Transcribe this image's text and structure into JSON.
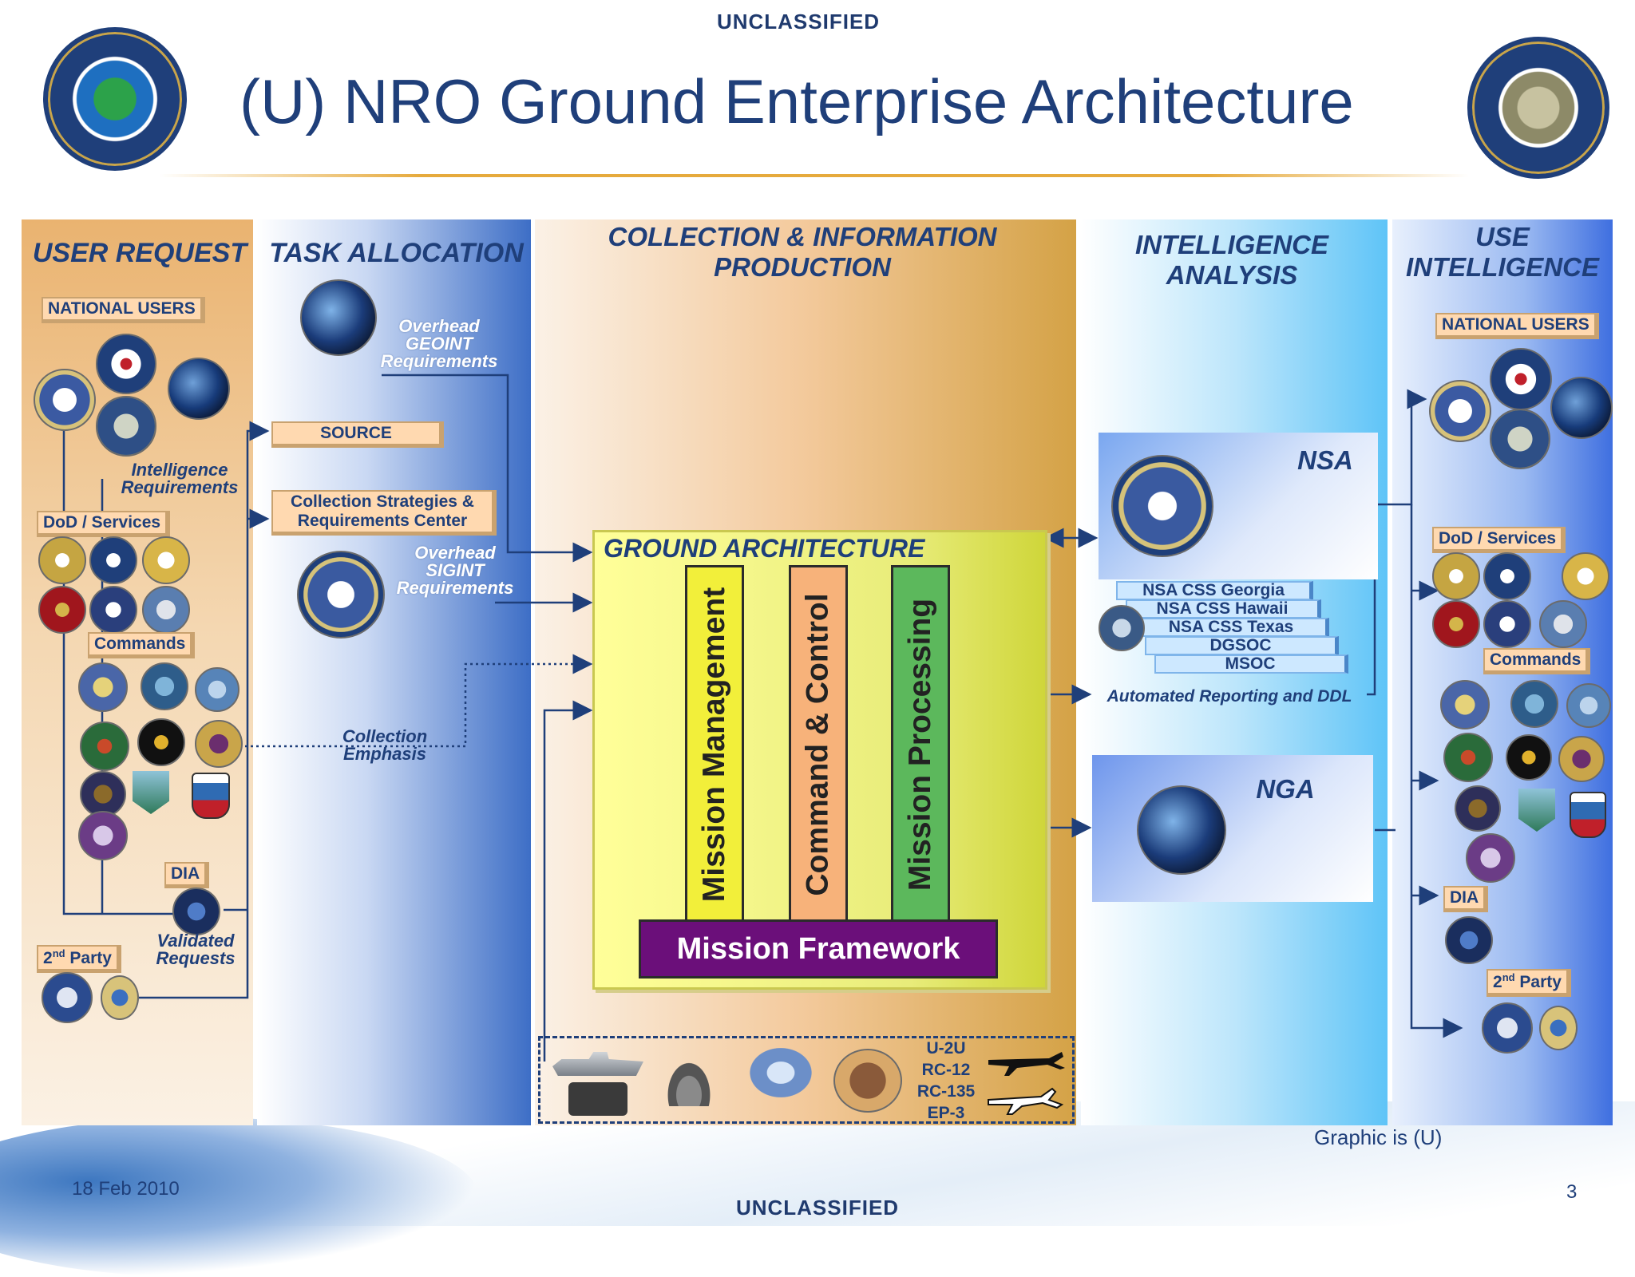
{
  "header": {
    "classification_top": "UNCLASSIFIED",
    "title": "(U) NRO Ground Enterprise Architecture"
  },
  "footer": {
    "date": "18 Feb 2010",
    "classification_bottom": "UNCLASSIFIED",
    "page_number": "3",
    "graphic_note": "Graphic is (U)"
  },
  "columns": {
    "user_request": "USER REQUEST",
    "task_allocation": "TASK ALLOCATION",
    "collection_line1": "COLLECTION & INFORMATION",
    "collection_line2": "PRODUCTION",
    "analysis_line1": "INTELLIGENCE",
    "analysis_line2": "ANALYSIS",
    "use_line1": "USE",
    "use_line2": "INTELLIGENCE"
  },
  "user_request": {
    "national_users": "NATIONAL USERS",
    "intel_req_line1": "Intelligence",
    "intel_req_line2": "Requirements",
    "dod_services": "DoD / Services",
    "commands": "Commands",
    "dia": "DIA",
    "validated_line1": "Validated",
    "validated_line2": "Requests",
    "second_party_prefix": "2",
    "second_party_sup": "nd",
    "second_party_suffix": " Party"
  },
  "task_allocation": {
    "geoint_line1": "Overhead",
    "geoint_line2": "GEOINT",
    "geoint_line3": "Requirements",
    "source": "SOURCE",
    "cs_line1": "Collection Strategies &",
    "cs_line2": "Requirements Center",
    "sigint_line1": "Overhead",
    "sigint_line2": "SIGINT",
    "sigint_line3": "Requirements",
    "emphasis_line1": "Collection",
    "emphasis_line2": "Emphasis"
  },
  "ground": {
    "title": "GROUND ARCHITECTURE",
    "pillar1": "Mission Management",
    "pillar2": "Command & Control",
    "pillar3": "Mission Processing",
    "framework": "Mission Framework",
    "aircraft": [
      "U-2U",
      "RC-12",
      "RC-135",
      "EP-3"
    ]
  },
  "analysis": {
    "nsa": "NSA",
    "nsa_sites": [
      "NSA CSS Georgia",
      "NSA CSS Hawaii",
      "NSA CSS Texas",
      "DGSOC",
      "MSOC"
    ],
    "automated": "Automated Reporting and DDL",
    "nga": "NGA"
  },
  "use_intel": {
    "national_users": "NATIONAL USERS",
    "dod_services": "DoD / Services",
    "commands": "Commands",
    "dia": "DIA",
    "second_party_prefix": "2",
    "second_party_sup": "nd",
    "second_party_suffix": " Party"
  },
  "colors": {
    "title_blue": "#1f3f7a",
    "framework_purple": "#6b0f7a",
    "pillar_green": "#5cb85c",
    "pillar_orange": "#f7b27a",
    "pillar_yellow": "#f2ef3a"
  }
}
